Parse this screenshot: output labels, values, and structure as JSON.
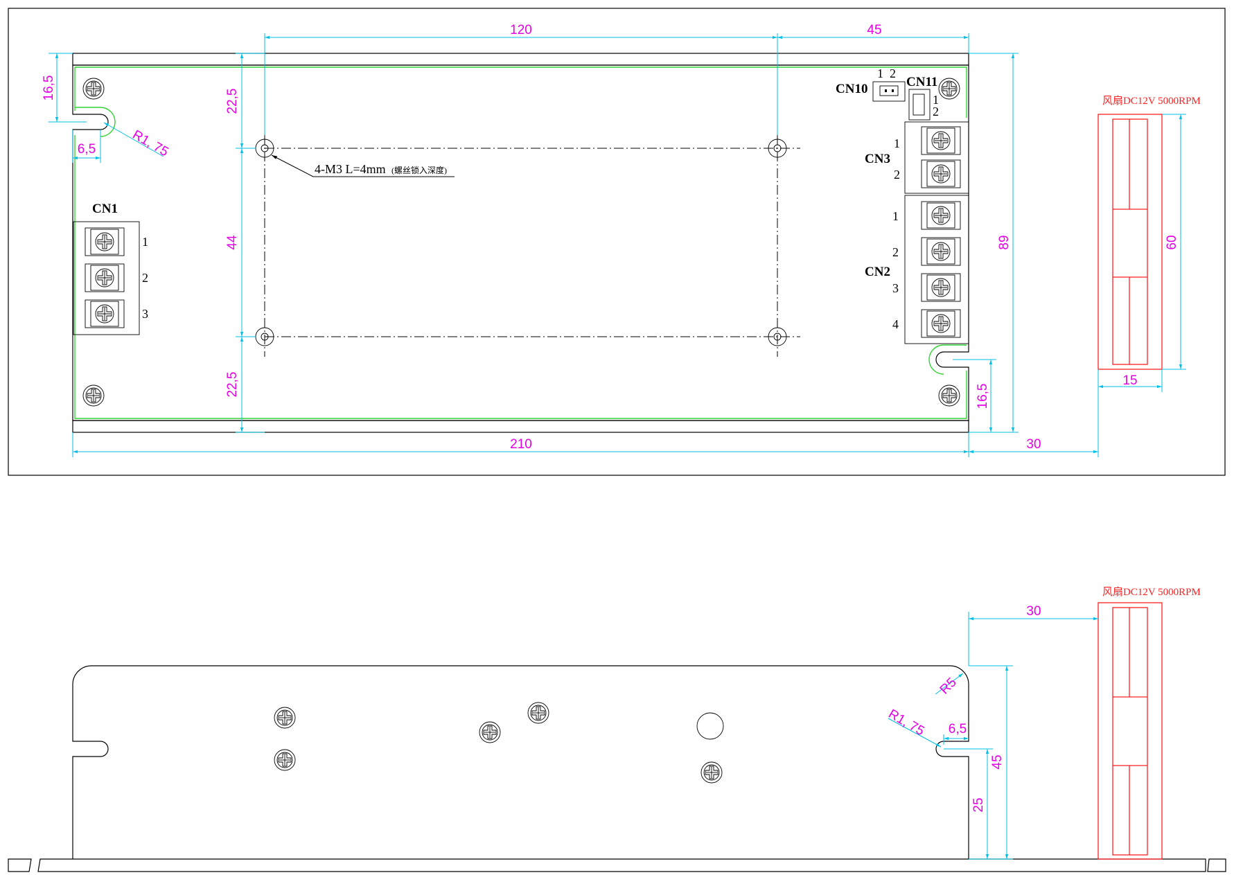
{
  "colors": {
    "outline": "#000000",
    "dimension": "#00bfe6",
    "dimension_text": "#e600e6",
    "fan": "#ff2020",
    "pcb_edge": "#35d435"
  },
  "top_view": {
    "dimensions": {
      "hole_spacing_x": "120",
      "right_offset": "45",
      "slot_from_top": "16,5",
      "hole_from_top": "22,5",
      "slot_radius": "R1, 75",
      "slot_depth": "6,5",
      "hole_spacing_y": "44",
      "hole_from_bottom": "22,5",
      "total_length": "210",
      "slot_from_bottom": "16,5",
      "total_width": "89",
      "fan_gap": "30",
      "fan_height": "60",
      "fan_depth": "15"
    },
    "hole_note": "4-M3  L=4mm",
    "hole_note_sub": "(螺丝锁入深度)",
    "connectors": {
      "cn1": {
        "label": "CN1",
        "pins": [
          "1",
          "2",
          "3"
        ]
      },
      "cn2": {
        "label": "CN2",
        "pins": [
          "1",
          "2",
          "3",
          "4"
        ]
      },
      "cn3": {
        "label": "CN3",
        "pins": [
          "1",
          "2"
        ]
      },
      "cn10": {
        "label": "CN10",
        "pins": [
          "1",
          "2"
        ]
      },
      "cn11": {
        "label": "CN11",
        "pins": [
          "1",
          "2"
        ]
      }
    },
    "fan_label": "风扇DC12V 5000RPM"
  },
  "side_view": {
    "dimensions": {
      "fan_gap": "30",
      "corner_radius": "R5",
      "slot_radius": "R1, 75",
      "slot_depth": "6,5",
      "height": "45",
      "slot_height": "25"
    },
    "fan_label": "风扇DC12V 5000RPM"
  }
}
